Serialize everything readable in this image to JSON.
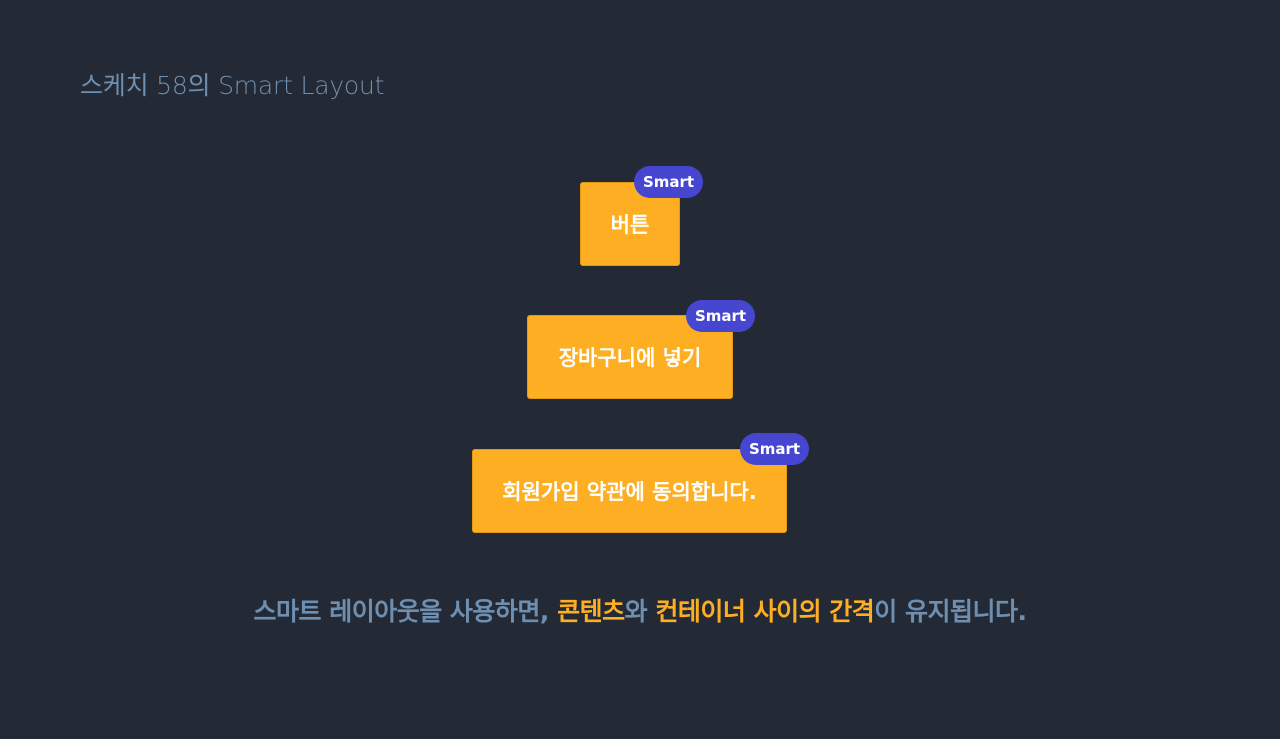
{
  "page": {
    "title": "스케치 58의 Smart Layout"
  },
  "demo": {
    "items": [
      {
        "label": "버튼",
        "badge": "Smart"
      },
      {
        "label": "장바구니에 넣기",
        "badge": "Smart"
      },
      {
        "label": "회원가입 약관에 동의합니다.",
        "badge": "Smart"
      }
    ]
  },
  "caption": {
    "part1": "스마트 레이아웃을 사용하면, ",
    "highlight1": "콘텐츠",
    "part2": "와 ",
    "highlight2": "컨테이너 사이의 간격",
    "part3": "이 유지됩니다."
  },
  "colors": {
    "background": "#232a35",
    "button": "#fdae23",
    "badge": "#4646d1",
    "muted_text": "#6f8fb1",
    "highlight_text": "#fdae23"
  }
}
